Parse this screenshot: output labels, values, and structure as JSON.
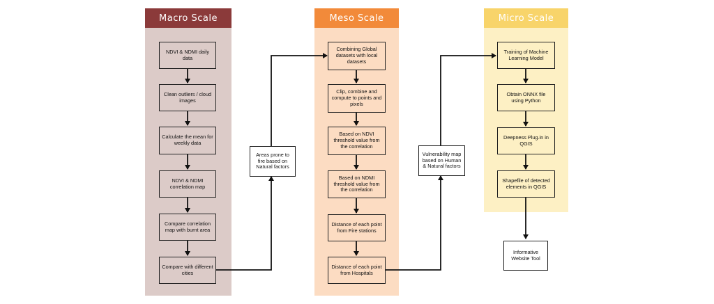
{
  "colors": {
    "macro_header": "#8b3a3a",
    "macro_bg": "#dccbc8",
    "meso_header": "#f28a3a",
    "meso_bg": "#fcdcc2",
    "micro_header": "#f8d46a",
    "micro_bg": "#fdf0c4"
  },
  "macro": {
    "title": "Macro Scale",
    "steps": [
      "NDVI & NDMI daily data",
      "Clean outliers / cloud images",
      "Calculate the mean for weekly data",
      "NDVI & NDMI correlation map",
      "Compare correlation map with burnt area",
      "Compare with different cities"
    ]
  },
  "link1": "Areas prone to fire based on Natural factors",
  "meso": {
    "title": "Meso Scale",
    "steps": [
      "Combining Global datasets with local datasets",
      "Clip, combine and compute to points and pixels",
      "Based on NDVI threshold value from the correlation",
      "Based on NDMI threshold value from the correlation",
      "Distance of each point from Fire stations",
      "Distance of each point from Hospitals"
    ]
  },
  "link2": "Vulnerability map based on Human & Natural factors",
  "micro": {
    "title": "Micro Scale",
    "steps": [
      "Training of Machine Learning Model",
      "Obtain ONNX file using Python",
      "Deepness Plug.in in QGIS",
      "Shapefile of detected elements in QGIS"
    ]
  },
  "output": "Informative Website Tool"
}
